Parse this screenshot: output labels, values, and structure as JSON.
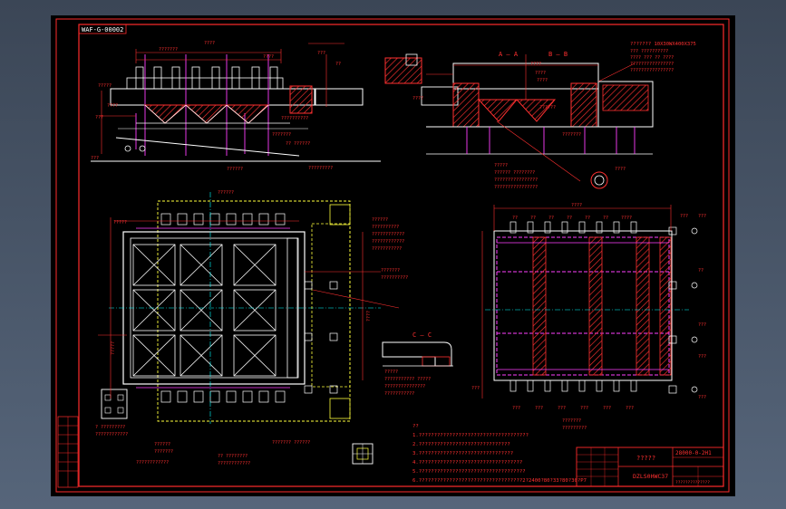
{
  "drawing": {
    "corner_code": "WAF-G-00002",
    "titles": {
      "section_aa": "A — A",
      "section_bb": "B — B",
      "section_cc": "C — C"
    },
    "title_block": {
      "name": "?????",
      "drawing_no": "28000-0-2H1",
      "model": "DZLS0HWC37",
      "note": "??????????????"
    },
    "notes": [
      "??",
      "1.????????????????????????????????????",
      "2.??????????????????????????????",
      "3.???????????????????????????????",
      "4.??????????????????????????????????",
      "5.???????????????????????????????????",
      "6.??????????????????????????????????2?2400?80?33?80?30?P7"
    ],
    "spec_topright": "???????  10X30WX400X375",
    "colors": {
      "sheet": "#000000",
      "border": "#ff2b2b",
      "geometry": "#ffffff",
      "dims": "#ff3030",
      "hidden": "#ff40ff",
      "aux": "#ffff3c",
      "center": "#00ffff",
      "hatch": "#ff3030"
    }
  }
}
